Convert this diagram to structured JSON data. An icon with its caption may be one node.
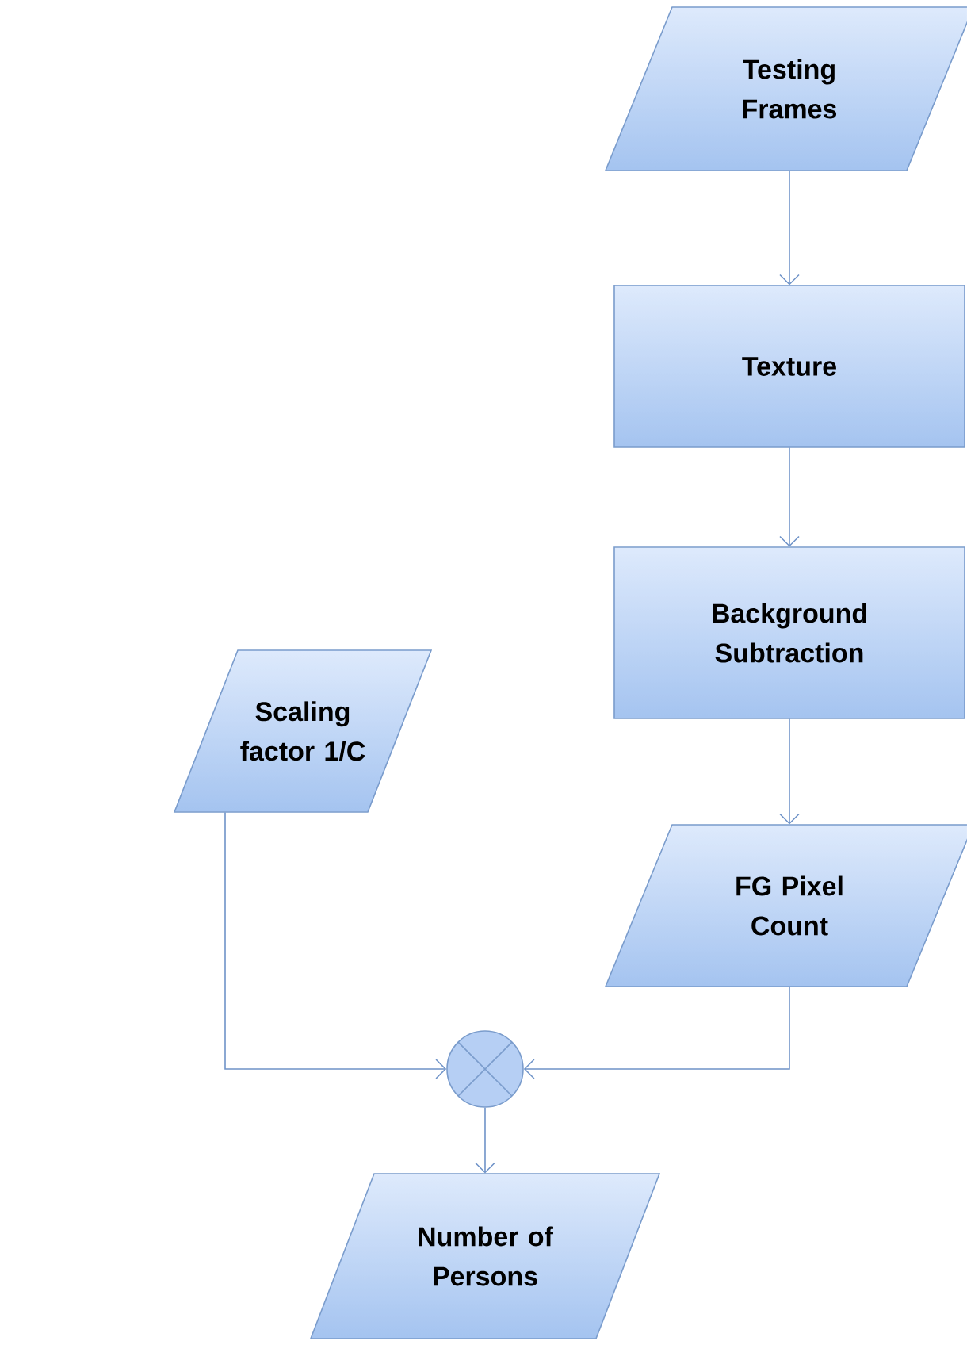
{
  "diagram": {
    "nodes": [
      {
        "text": [
          "Testing Frames"
        ]
      },
      {
        "text": [
          "Texture"
        ]
      },
      {
        "text": [
          "Background Subtraction"
        ]
      },
      {
        "text": [
          "Scaling factor 1/C"
        ]
      },
      {
        "text": [
          "FG Pixel Count"
        ]
      },
      {
        "text": [],
        "shape": "circle"
      },
      {
        "text": [
          "Number of Persons"
        ]
      }
    ],
    "edges": [
      {
        "from": 0,
        "to": 1,
        "arrow": "to"
      },
      {
        "from": 1,
        "to": 2,
        "arrow": "to"
      },
      {
        "from": 2,
        "to": 4,
        "arrow": "to"
      },
      {
        "from": 3,
        "to": 5,
        "arrow": "to"
      },
      {
        "from": 4,
        "to": 5,
        "arrow": "to"
      },
      {
        "from": 5,
        "to": 6,
        "arrow": "to"
      }
    ]
  }
}
